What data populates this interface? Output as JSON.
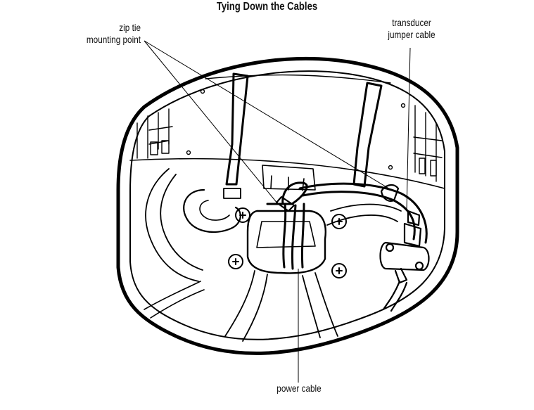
{
  "title": "Tying Down the Cables",
  "labels": {
    "zip_tie": [
      "zip tie",
      "mounting point"
    ],
    "transducer": [
      "transducer",
      "jumper cable"
    ],
    "power": "power cable"
  }
}
